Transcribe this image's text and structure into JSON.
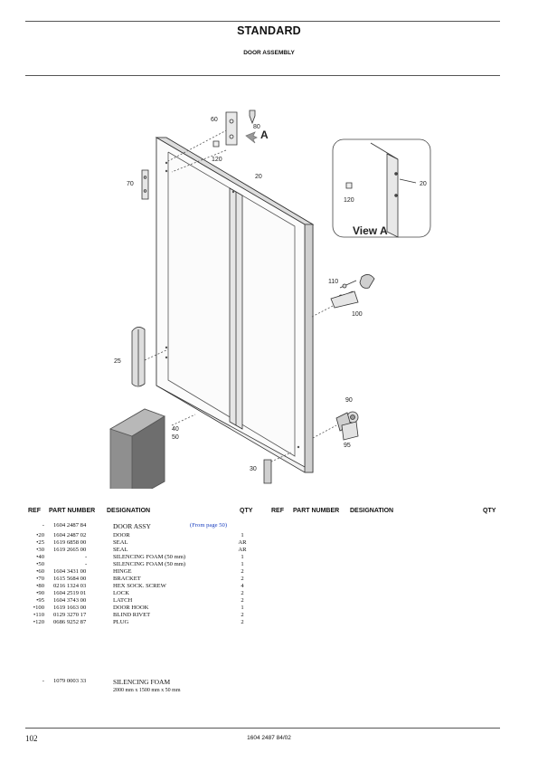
{
  "header": {
    "title": "STANDARD",
    "subtitle": "DOOR ASSEMBLY"
  },
  "diagram": {
    "view_label": "View A",
    "arrow_label": "A",
    "callouts": {
      "c60": "60",
      "c80": "80",
      "c120a": "120",
      "c70": "70",
      "c20a": "20",
      "c120b": "120",
      "c20b": "20",
      "c110": "110",
      "c100": "100",
      "c25": "25",
      "c90": "90",
      "c40": "40",
      "c50": "50",
      "c95": "95",
      "c30": "30"
    }
  },
  "table": {
    "headers": {
      "ref": "REF",
      "part_number": "PART NUMBER",
      "designation": "DESIGNATION",
      "qty": "QTY"
    },
    "rows": [
      {
        "ref": "-",
        "part_number": "1604 2487 84",
        "designation": "DOOR ASSY",
        "note": "(From page 50)",
        "qty": ""
      },
      {
        "ref": "•20",
        "part_number": "1604 2487 02",
        "designation": "DOOR",
        "qty": "1"
      },
      {
        "ref": "•25",
        "part_number": "1619 6858 00",
        "designation": "SEAL",
        "qty": "AR"
      },
      {
        "ref": "•30",
        "part_number": "1619 2665 00",
        "designation": "SEAL",
        "qty": "AR"
      },
      {
        "ref": "•40",
        "part_number": "-",
        "designation": "SILENCING FOAM  (50 mm)",
        "qty": "1"
      },
      {
        "ref": "•50",
        "part_number": "-",
        "designation": "SILENCING FOAM  (50 mm)",
        "qty": "1"
      },
      {
        "ref": "•60",
        "part_number": "1604 3431 00",
        "designation": "HINGE",
        "qty": "2"
      },
      {
        "ref": "•70",
        "part_number": "1615 5684 00",
        "designation": "BRACKET",
        "qty": "2"
      },
      {
        "ref": "•80",
        "part_number": "0216 1324 03",
        "designation": "HEX SOCK. SCREW",
        "qty": "4"
      },
      {
        "ref": "•90",
        "part_number": "1604 2519 01",
        "designation": "LOCK",
        "qty": "2"
      },
      {
        "ref": "•95",
        "part_number": "1604 3743 00",
        "designation": "LATCH",
        "qty": "2"
      },
      {
        "ref": "•100",
        "part_number": "1619 1663 00",
        "designation": "DOOR HOOK",
        "qty": "1"
      },
      {
        "ref": "•110",
        "part_number": "0129 3270 17",
        "designation": "BLIND RIVET",
        "qty": "2"
      },
      {
        "ref": "•120",
        "part_number": "0686 9252 87",
        "designation": "PLUG",
        "qty": "2"
      }
    ],
    "extra": {
      "ref": "-",
      "part_number": "1079 0003 33",
      "designation": "SILENCING FOAM",
      "dimensions": "2000 mm x 1500 mm x 50 mm"
    }
  },
  "footer": {
    "page_number": "102",
    "doc_number": "1604 2487 84/02"
  }
}
